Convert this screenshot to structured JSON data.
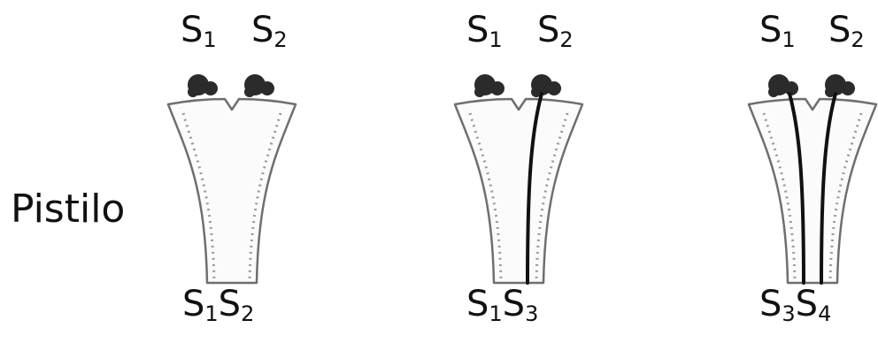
{
  "figure": {
    "row_label": "Pistilo",
    "panels": [
      {
        "pollen": [
          {
            "base": "S",
            "sub": "1"
          },
          {
            "base": "S",
            "sub": "2"
          }
        ],
        "genotype": [
          {
            "base": "S",
            "sub": "1"
          },
          {
            "base": "S",
            "sub": "2"
          }
        ],
        "pollen_tubes": 0
      },
      {
        "pollen": [
          {
            "base": "S",
            "sub": "1"
          },
          {
            "base": "S",
            "sub": "2"
          }
        ],
        "genotype": [
          {
            "base": "S",
            "sub": "1"
          },
          {
            "base": "S",
            "sub": "3"
          }
        ],
        "pollen_tubes": 1
      },
      {
        "pollen": [
          {
            "base": "S",
            "sub": "1"
          },
          {
            "base": "S",
            "sub": "2"
          }
        ],
        "genotype": [
          {
            "base": "S",
            "sub": "3"
          },
          {
            "base": "S",
            "sub": "4"
          }
        ],
        "pollen_tubes": 2
      }
    ],
    "colors": {
      "pollen": "#2b2b2b",
      "tube": "#111111",
      "outline": "#6f6f6f",
      "stipple": "#9a9a9a"
    }
  }
}
